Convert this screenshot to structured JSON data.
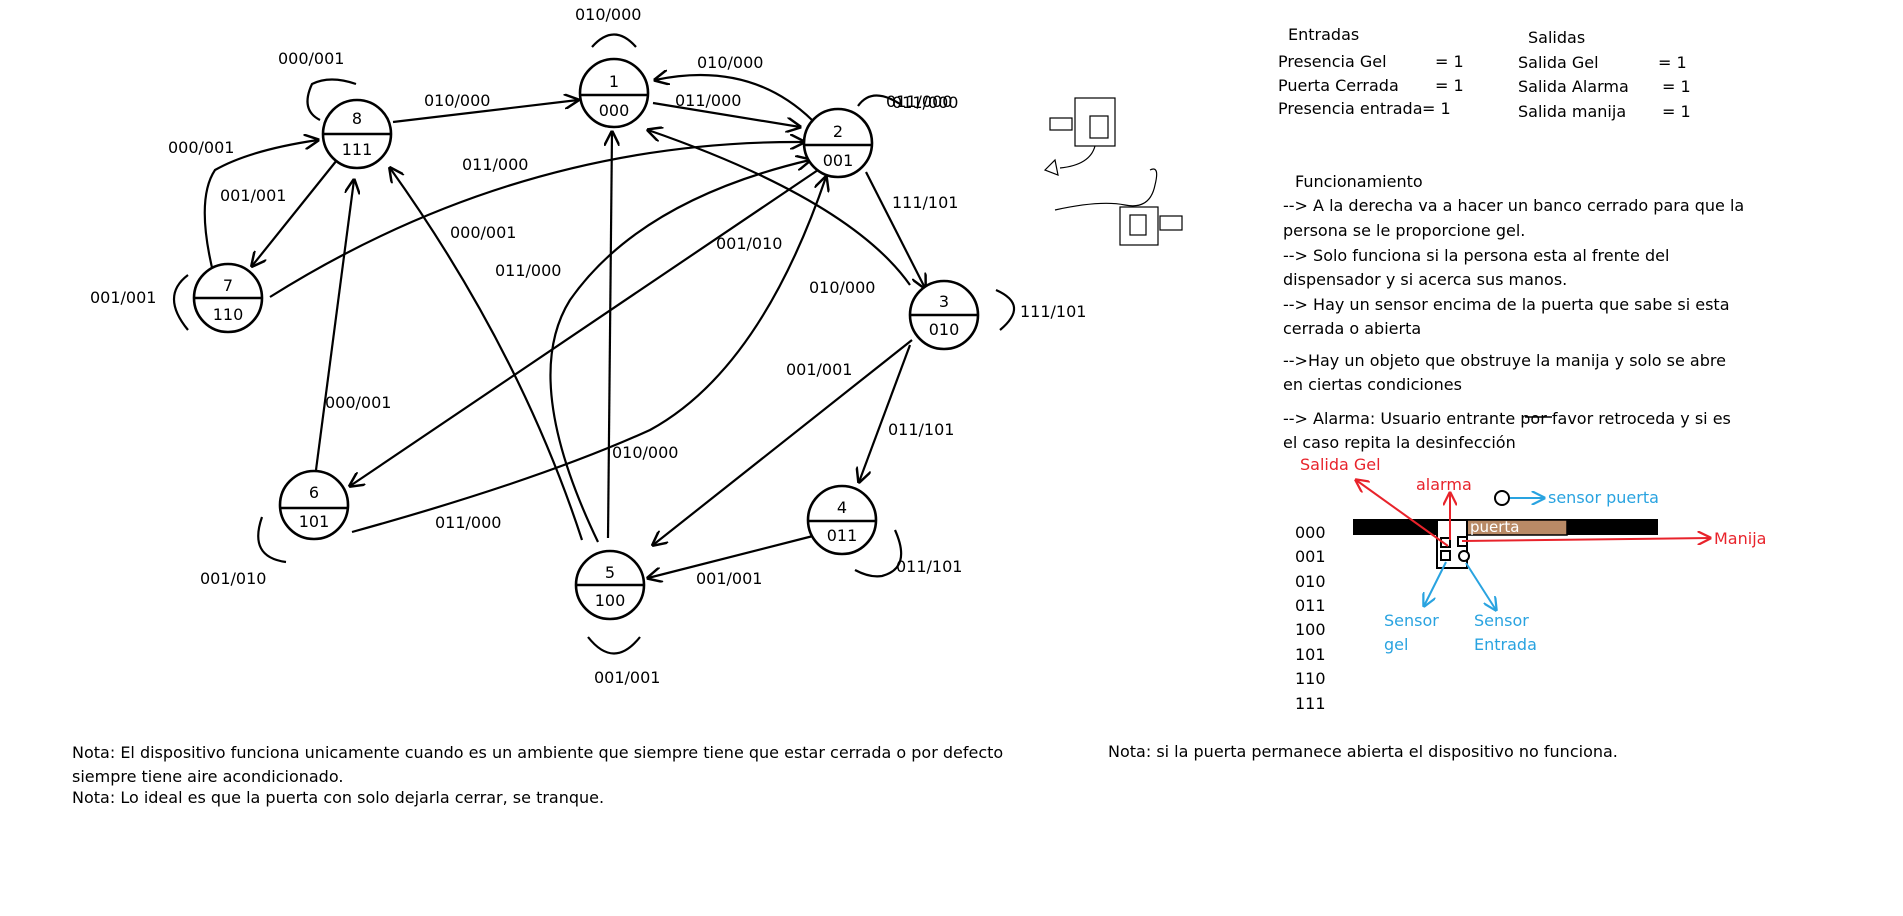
{
  "states": [
    {
      "num": "1",
      "code": "000"
    },
    {
      "num": "2",
      "code": "001"
    },
    {
      "num": "3",
      "code": "010"
    },
    {
      "num": "4",
      "code": "011"
    },
    {
      "num": "5",
      "code": "100"
    },
    {
      "num": "6",
      "code": "101"
    },
    {
      "num": "7",
      "code": "110"
    },
    {
      "num": "8",
      "code": "111"
    }
  ],
  "edge_labels": [
    "010/000",
    "010/000",
    "011/000",
    "010/000",
    "011/000",
    "000/001",
    "000/001",
    "000/001",
    "001/001",
    "011/000",
    "001/010",
    "111/101",
    "011/000",
    "010/000",
    "001/001",
    "011/101",
    "001/001",
    "000/001",
    "010/000",
    "011/000",
    "001/010",
    "011/101",
    "001/001",
    "001/001",
    "111/101",
    "011/000"
  ],
  "inputs": {
    "title": "Entradas",
    "rows": [
      {
        "name": "Presencia Gel",
        "value": "= 1"
      },
      {
        "name": "Puerta Cerrada",
        "value": "= 1"
      },
      {
        "name": "Presencia entrada",
        "value": "= 1"
      }
    ]
  },
  "outputs": {
    "title": "Salidas",
    "rows": [
      {
        "name": "Salida Gel",
        "value": "= 1"
      },
      {
        "name": "Salida Alarma",
        "value": "= 1"
      },
      {
        "name": "Salida manija",
        "value": "= 1"
      }
    ]
  },
  "funcionamiento": {
    "title": "Funcionamiento",
    "lines": [
      "--> A la derecha va a hacer un banco cerrado para que la",
      "persona se le proporcione gel.",
      "--> Solo funciona si la persona esta al frente del",
      "dispensador y si acerca sus manos.",
      "--> Hay un sensor encima de la puerta que sabe si esta",
      "cerrada o abierta",
      "-->Hay un objeto que obstruye la manija y solo se abre",
      "en ciertas condiciones",
      "--> Alarma: Usuario entrante por favor retroceda y si es",
      "el caso repita la desinfección"
    ]
  },
  "codes": [
    "000",
    "001",
    "010",
    "011",
    "100",
    "101",
    "110",
    "111"
  ],
  "device": {
    "salida_gel": "Salida Gel",
    "alarma": "alarma",
    "sensor_puerta": "sensor puerta",
    "puerta": "puerta",
    "manija": "Manija",
    "sensor_gel_1": "Sensor",
    "sensor_gel_2": "gel",
    "sensor_entrada_1": "Sensor",
    "sensor_entrada_2": "Entrada"
  },
  "notes": {
    "note1_line1": "Nota: El dispositivo funciona unicamente cuando es un ambiente que siempre tiene que estar cerrada o por defecto",
    "note1_line2": "siempre tiene aire acondicionado.",
    "note2": "Nota: Lo ideal es que la puerta con solo dejarla cerrar, se tranque.",
    "note3": "Nota: si la puerta permanece abierta el dispositivo no funciona."
  },
  "colors": {
    "ink": "#000000",
    "red": "#e8232b",
    "blue": "#29a3e0",
    "door_fill": "#b98a66"
  }
}
